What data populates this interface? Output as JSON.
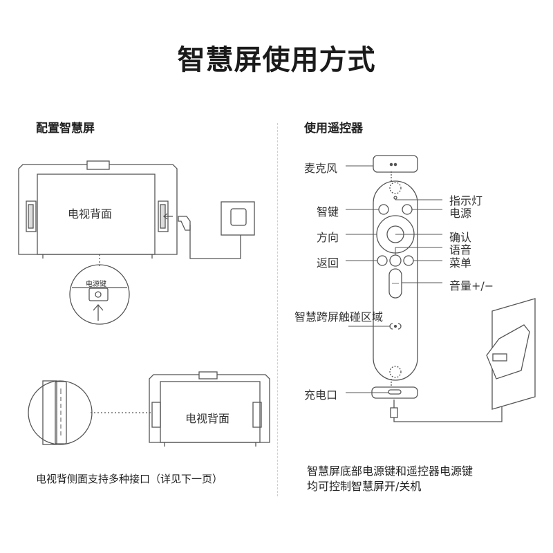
{
  "page": {
    "title": "智慧屏使用方式"
  },
  "left": {
    "section_title": "配置智慧屏",
    "tv_back_label_1": "电视背面",
    "power_key_label": "电源键",
    "tv_back_label_2": "电视背面",
    "caption": "电视背侧面支持多种接口（详见下一页）"
  },
  "right": {
    "section_title": "使用遥控器",
    "labels": {
      "microphone": "麦克风",
      "indicator": "指示灯",
      "smart_key": "智键",
      "power": "电源",
      "direction": "方向",
      "confirm": "确认",
      "voice": "语音",
      "back": "返回",
      "menu": "菜单",
      "volume": "音量+/−",
      "touch_area": "智慧跨屏触碰区域",
      "charge_port": "充电口"
    },
    "caption_line1": "智慧屏底部电源键和遥控器电源键",
    "caption_line2": "均可控制智慧屏开/关机"
  },
  "colors": {
    "line": "#555555",
    "text": "#222222",
    "panel": "#ffffff"
  }
}
